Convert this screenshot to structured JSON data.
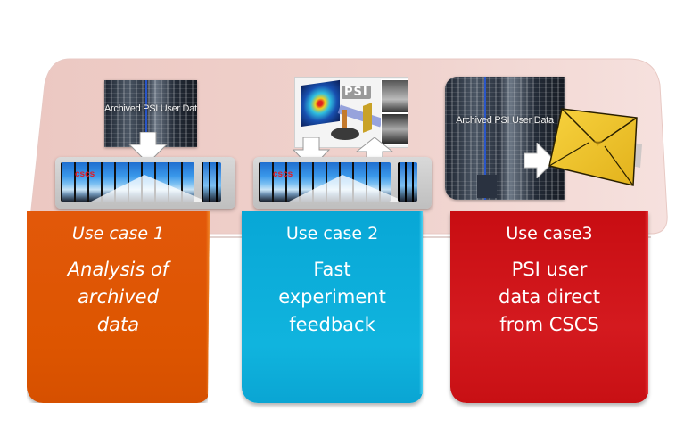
{
  "colors": {
    "backdrop": "#efd0cb",
    "use_case_1": "#e05a06",
    "use_case_2": "#0eb0dc",
    "use_case_3": "#cc1116",
    "envelope": "#f2c52c",
    "cscs_logo": "#e31b23"
  },
  "panels": [
    {
      "image": "data-center-photo",
      "caption": "Archived PSI User Data",
      "arrow": "down",
      "target": "cscs-supercomputer"
    },
    {
      "image": "psi-experiment-diagram",
      "logo_text": "PSI",
      "arrows": [
        "down",
        "up"
      ],
      "target": "cscs-supercomputer"
    },
    {
      "image": "data-center-photo",
      "caption": "Archived PSI User Data",
      "arrow": "right",
      "target": "envelope-icon"
    }
  ],
  "cluster_logo_text": "cscs",
  "use_cases": [
    {
      "title": "Use case 1",
      "lines": [
        "Analysis of",
        "archived",
        "data"
      ]
    },
    {
      "title": "Use case 2",
      "lines": [
        "Fast",
        "experiment",
        "feedback"
      ]
    },
    {
      "title": "Use case3",
      "lines": [
        "PSI user",
        "data direct",
        "from CSCS"
      ]
    }
  ]
}
